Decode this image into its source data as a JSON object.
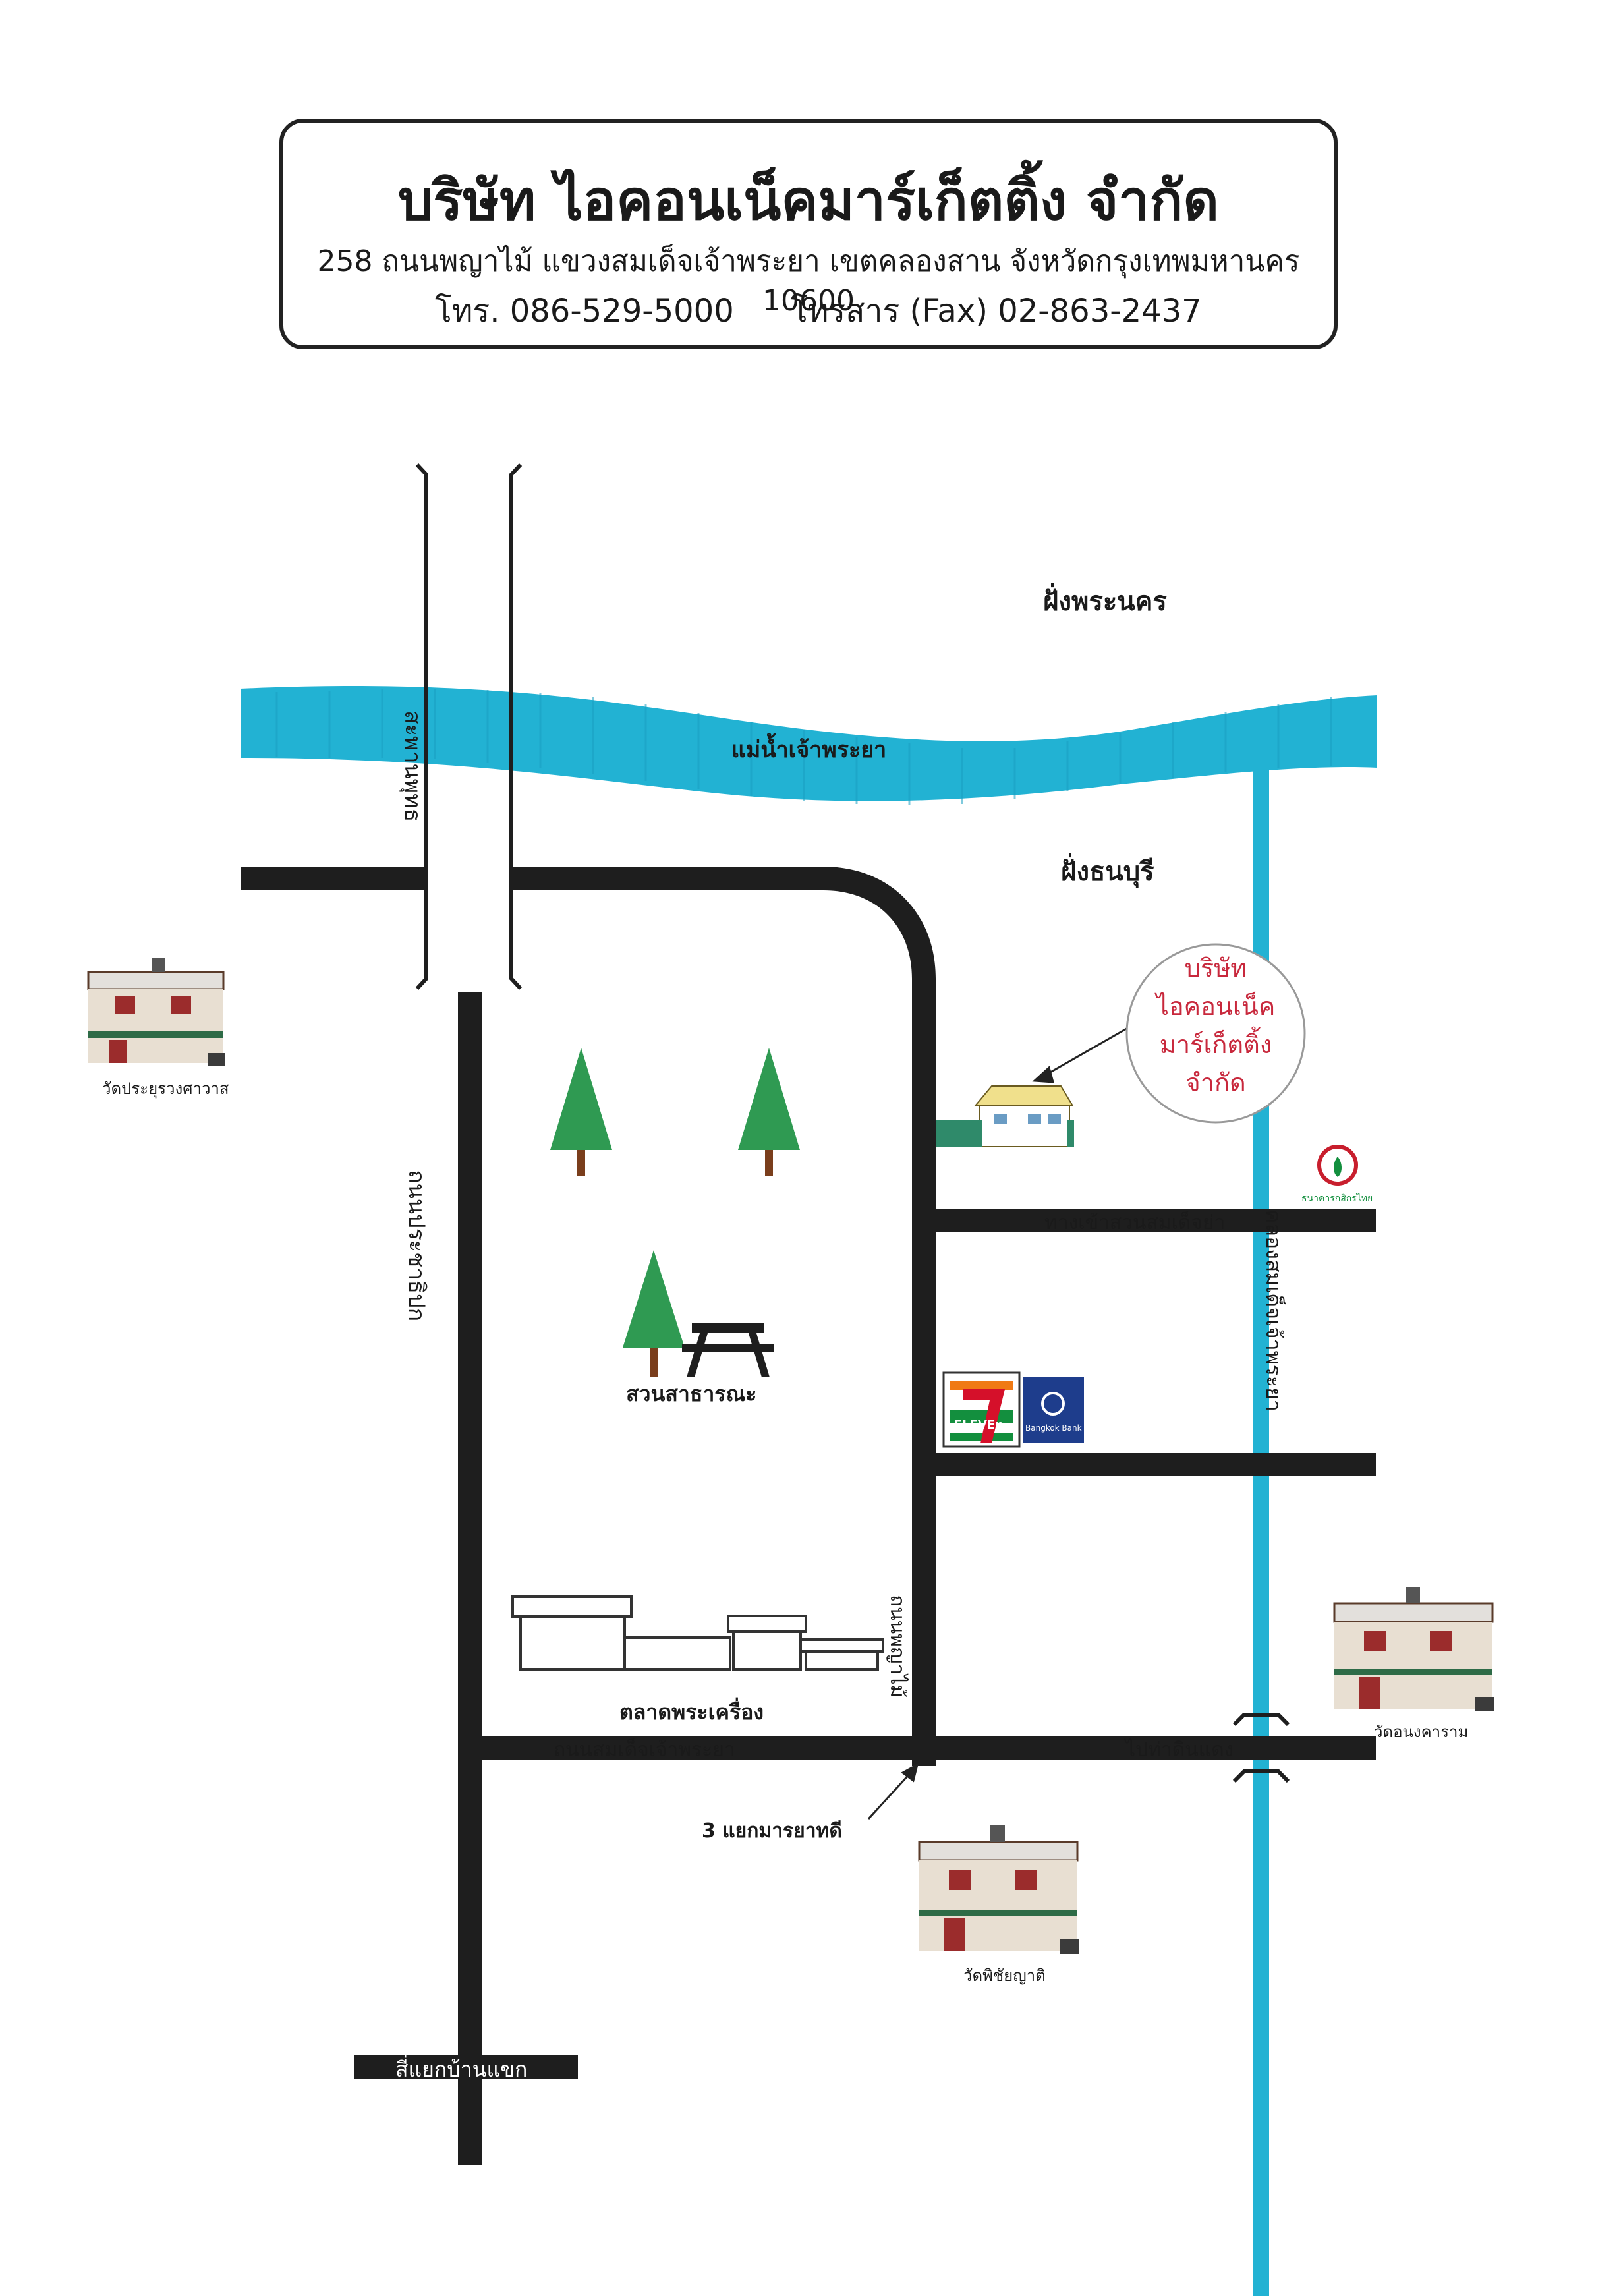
{
  "header": {
    "company_name": "บริษัท ไอคอนเน็คมาร์เก็ตติ้ง จำกัด",
    "address": "258 ถนนพญาไม้ แขวงสมเด็จเจ้าพระยา เขตคลองสาน จังหวัดกรุงเทพมหานคร 10600",
    "phone": "โทร. 086-529-5000",
    "fax": "โทรสาร (Fax) 02-863-2437"
  },
  "map": {
    "bank_phra_nakhon": "ฝั่งพระนคร",
    "river": "แม่น้ำเจ้าพระยา",
    "bank_thonburi": "ฝั่งธนบุรี",
    "bridge": "สะพานพุทธ",
    "road_prachathipok": "ถนนประชาธิปก",
    "road_phaya_mai": "ถนนพญาไม้",
    "road_somdet": "ถนนสมเด็จเจ้าพระยา",
    "road_to_din_daeng": "ไปท่าดินแดง",
    "park_entrance": "ทางเข้าสวนสมเด็จย่า",
    "canal": "คลองสมเด็จเจ้าพระยา",
    "public_park": "สวนสาธารณะ",
    "amulet_market": "ตลาดพระเครื่อง",
    "junction_3": "3 แยกมารยาทดี",
    "junction_4": "สี่แยกบ้านแขก",
    "temple_prayurawong": "วัดประยุรวงศาวาส",
    "temple_anongkharam": "วัดอนงคาราม",
    "temple_phichaiyat": "วัดพิชัยญาติ",
    "company_bubble": [
      "บริษัท",
      "ไอคอนเน็ค",
      "มาร์เก็ตติ้ง",
      "จำกัด"
    ],
    "seven_eleven": "ELEVEn",
    "bangkok_bank": "Bangkok Bank",
    "kasikorn_bank": "ธนาคารกสิกรไทย"
  },
  "colors": {
    "road": "#1e1e1e",
    "river": "#22b2d3",
    "tree": "#2f9a52",
    "bubble_text": "#c8283c"
  }
}
